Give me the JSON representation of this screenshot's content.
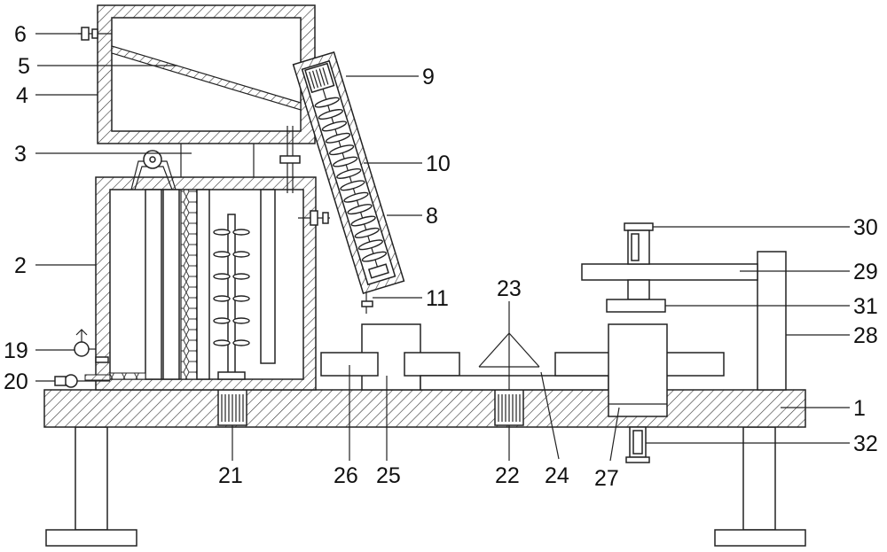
{
  "labels": {
    "l1": "1",
    "l2": "2",
    "l3": "3",
    "l4": "4",
    "l5": "5",
    "l6": "6",
    "l8": "8",
    "l9": "9",
    "l10": "10",
    "l11": "11",
    "l19": "19",
    "l20": "20",
    "l21": "21",
    "l22": "22",
    "l23": "23",
    "l24": "24",
    "l25": "25",
    "l26": "26",
    "l27": "27",
    "l28": "28",
    "l29": "29",
    "l30": "30",
    "l31": "31",
    "l32": "32"
  }
}
